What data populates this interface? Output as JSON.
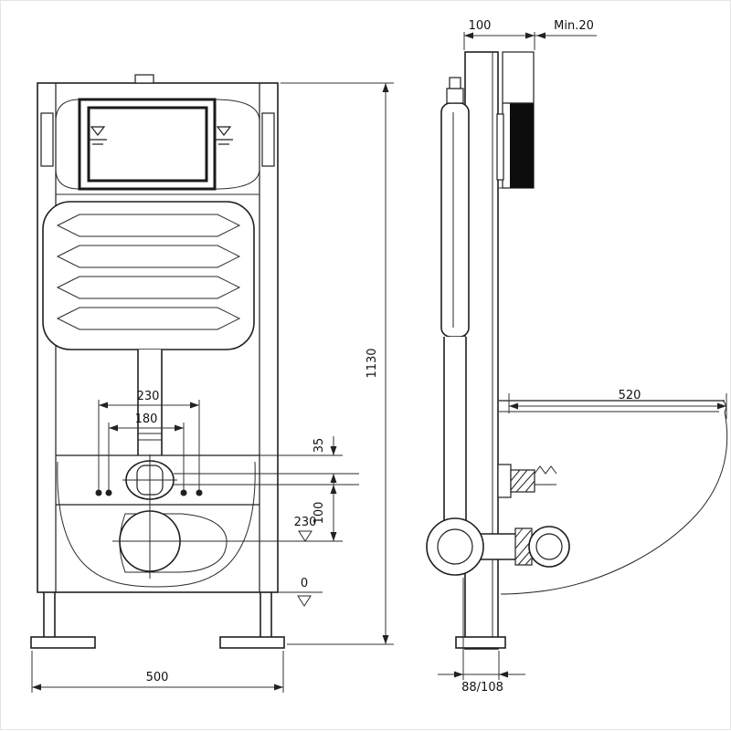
{
  "drawing": {
    "front_view": {
      "dim_width": "500",
      "dim_height": "1130",
      "dim_fixing_outer": "230",
      "dim_fixing_inner": "180",
      "dim_offset_small": "35",
      "dim_offset_large": "100",
      "level_outlet": "230",
      "level_floor": "0"
    },
    "side_view": {
      "dim_depth": "100",
      "dim_wall_min": "Min.20",
      "dim_projection": "520",
      "dim_outlet_height": "88/108"
    }
  }
}
